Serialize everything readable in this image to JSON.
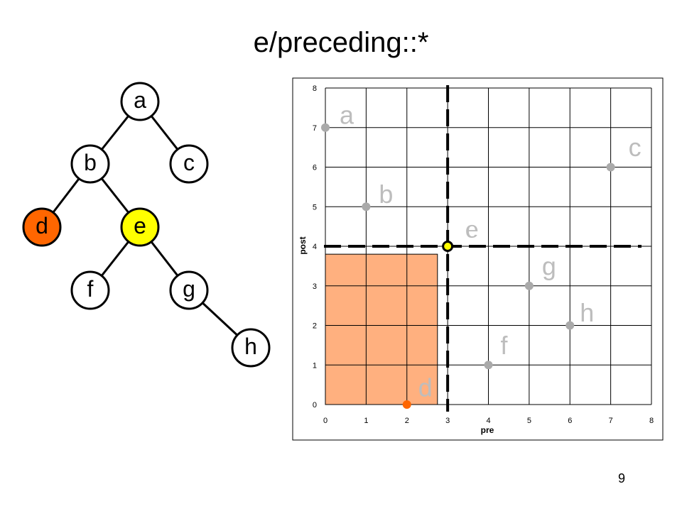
{
  "title": "e/preceding::*",
  "page_number": "9",
  "colors": {
    "context_node": "#ffff00",
    "result_node": "#ff6600",
    "normal_node": "#ffffff",
    "region_fill": "#ffb07f",
    "point_gray": "#aaaaaa",
    "label_gray": "#bdbdbd"
  },
  "tree": {
    "nodes": [
      {
        "id": "a",
        "label": "a",
        "state": "normal"
      },
      {
        "id": "b",
        "label": "b",
        "state": "normal"
      },
      {
        "id": "c",
        "label": "c",
        "state": "normal"
      },
      {
        "id": "d",
        "label": "d",
        "state": "result"
      },
      {
        "id": "e",
        "label": "e",
        "state": "context"
      },
      {
        "id": "f",
        "label": "f",
        "state": "normal"
      },
      {
        "id": "g",
        "label": "g",
        "state": "normal"
      },
      {
        "id": "h",
        "label": "h",
        "state": "normal"
      }
    ],
    "edges": [
      [
        "a",
        "b"
      ],
      [
        "a",
        "c"
      ],
      [
        "b",
        "d"
      ],
      [
        "b",
        "e"
      ],
      [
        "e",
        "f"
      ],
      [
        "e",
        "g"
      ],
      [
        "g",
        "h"
      ]
    ]
  },
  "chart_data": {
    "type": "scatter",
    "xlabel": "pre",
    "ylabel": "post",
    "xlim": [
      0,
      8
    ],
    "ylim": [
      0,
      8
    ],
    "xticks": [
      "0",
      "1",
      "2",
      "3",
      "4",
      "5",
      "6",
      "7",
      "8"
    ],
    "yticks": [
      "0",
      "1",
      "2",
      "3",
      "4",
      "5",
      "6",
      "7",
      "8"
    ],
    "grid": true,
    "points": [
      {
        "label": "a",
        "x": 0,
        "y": 7,
        "state": "normal"
      },
      {
        "label": "b",
        "x": 1,
        "y": 5,
        "state": "normal"
      },
      {
        "label": "c",
        "x": 7,
        "y": 6,
        "state": "normal"
      },
      {
        "label": "d",
        "x": 2,
        "y": 0,
        "state": "result"
      },
      {
        "label": "e",
        "x": 3,
        "y": 4,
        "state": "context"
      },
      {
        "label": "f",
        "x": 4,
        "y": 1,
        "state": "normal"
      },
      {
        "label": "g",
        "x": 5,
        "y": 3,
        "state": "normal"
      },
      {
        "label": "h",
        "x": 6,
        "y": 2,
        "state": "normal"
      }
    ],
    "context_lines": {
      "x": 3,
      "y": 4
    },
    "region": {
      "x_from": 0,
      "x_to": 2.75,
      "y_from": 0,
      "y_to": 3.8
    }
  }
}
